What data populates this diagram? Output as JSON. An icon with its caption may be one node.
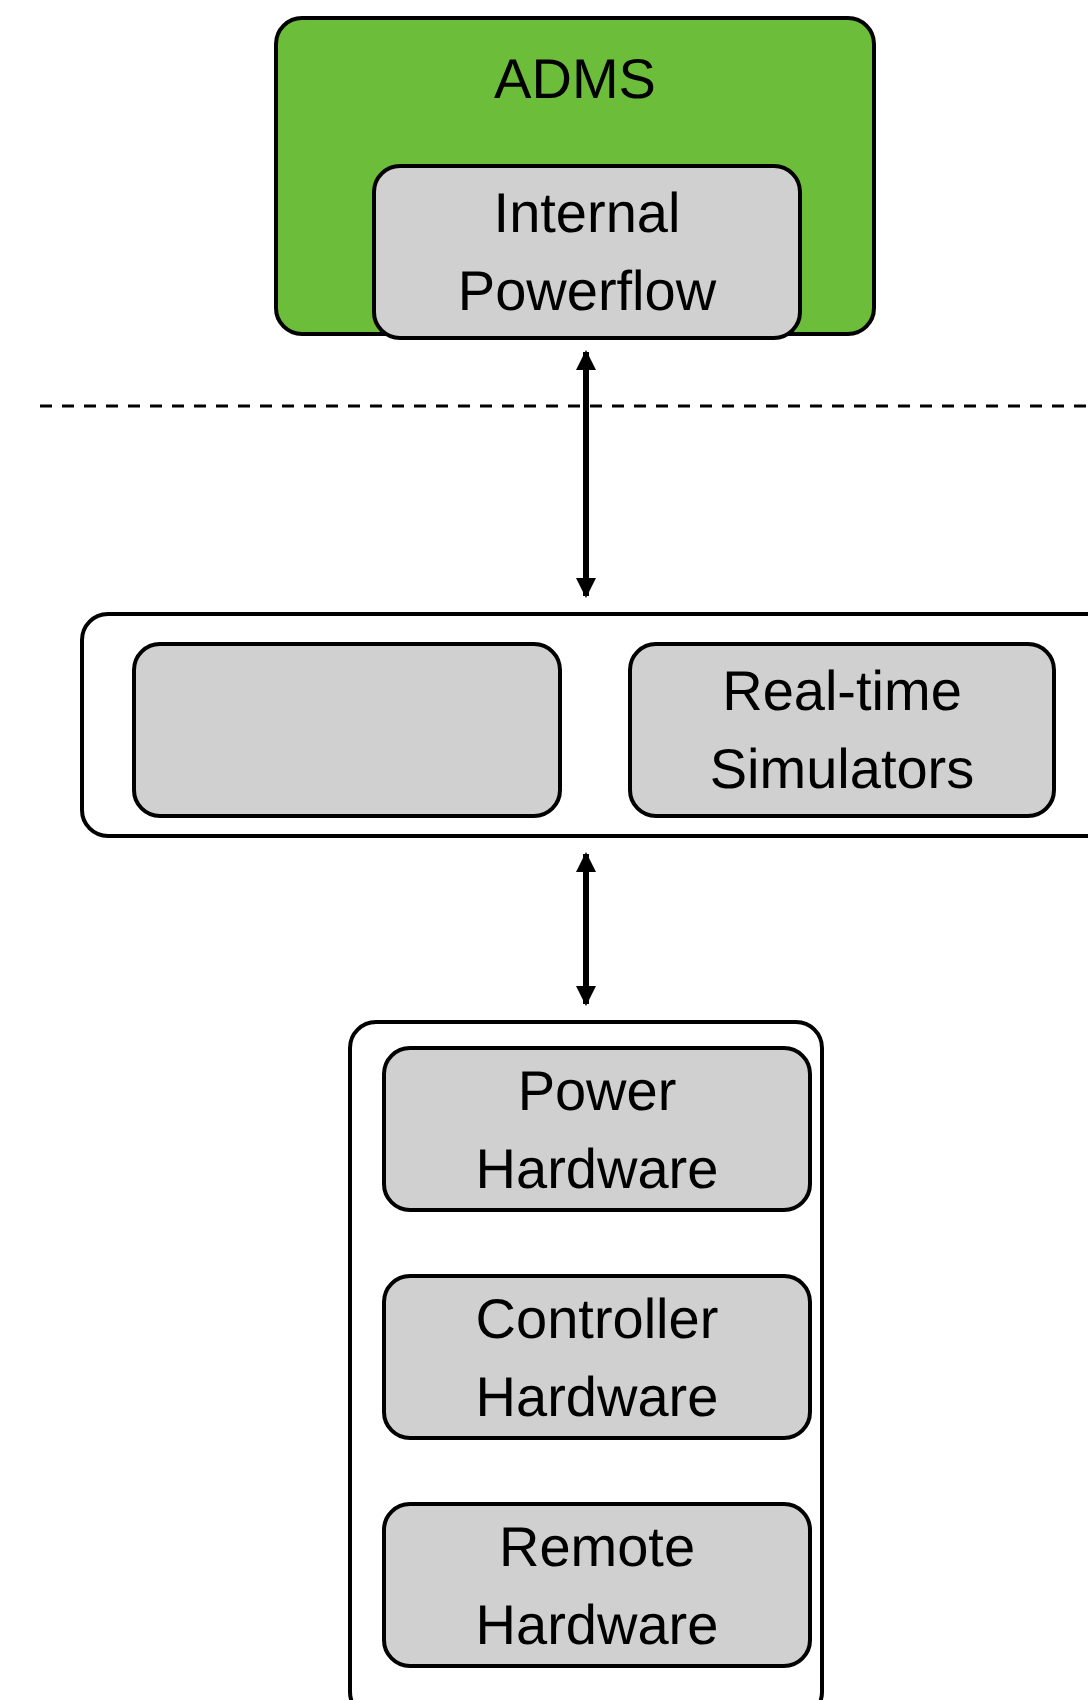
{
  "diagram": {
    "nodes": [
      {
        "text": [
          "ADMS"
        ]
      },
      {
        "text": [
          "Internal Powerflow"
        ],
        "in": 0
      },
      {
        "text": [],
        "shape": "box"
      },
      {
        "text": [],
        "shape": "box",
        "in": 2
      },
      {
        "text": [
          "Real-time Simulators"
        ],
        "in": 2
      },
      {
        "text": [],
        "shape": "box"
      },
      {
        "text": [
          "Power Hardware"
        ],
        "in": 5
      },
      {
        "text": [
          "Controller Hardware"
        ],
        "in": 5
      },
      {
        "text": [
          "Remote Hardware"
        ],
        "in": 5
      }
    ],
    "edges": [
      {
        "from": 0,
        "to": 2,
        "arrow": "both"
      },
      {
        "from": 2,
        "to": 5,
        "arrow": "both"
      }
    ]
  }
}
